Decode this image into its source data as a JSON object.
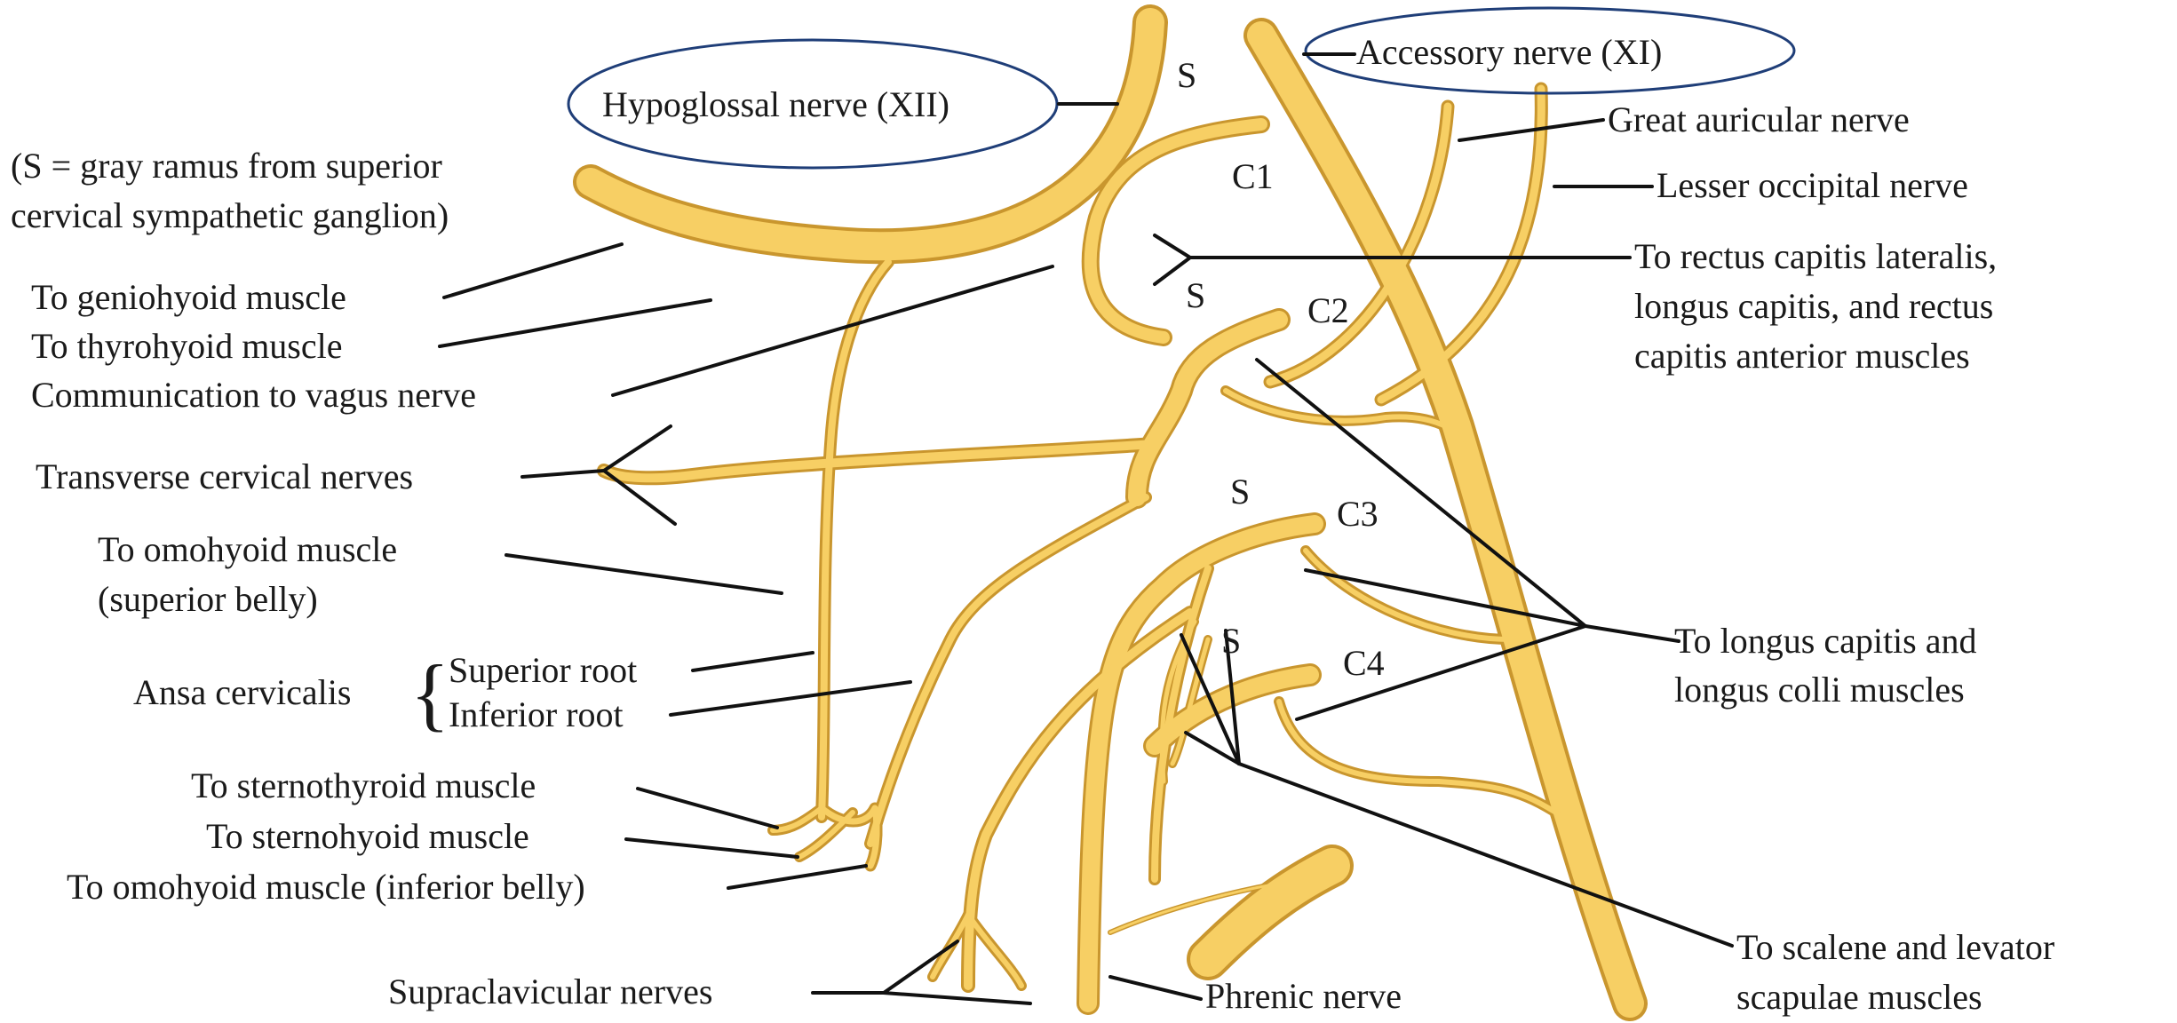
{
  "colors": {
    "nerve_fill": "#F7CF64",
    "nerve_outline": "#C9962E",
    "leader_lines": "#111111",
    "highlight_oval": "#1F3E78",
    "background": "#FFFFFF"
  },
  "labels": {
    "hypoglossal": "Hypoglossal nerve (XII)",
    "accessory": "Accessory nerve (XI)",
    "s_note_line1": "(S = gray ramus from superior",
    "s_note_line2": "cervical sympathetic ganglion)",
    "geniohyoid": "To geniohyoid muscle",
    "thyrohyoid": "To thyrohyoid muscle",
    "vagus": "Communication to vagus nerve",
    "transverse": "Transverse cervical nerves",
    "omohyoid_sup_1": "To omohyoid muscle",
    "omohyoid_sup_2": "(superior belly)",
    "ansa": "Ansa cervicalis",
    "ansa_brace": "{",
    "superior_root": "Superior root",
    "inferior_root": "Inferior root",
    "sternothyroid": "To sternothyroid muscle",
    "sternohyoid": "To sternohyoid muscle",
    "omohyoid_inf": "To omohyoid muscle (inferior belly)",
    "supraclavicular": "Supraclavicular nerves",
    "phrenic": "Phrenic nerve",
    "great_auricular": "Great auricular nerve",
    "lesser_occipital": "Lesser occipital nerve",
    "rectus_1": "To rectus capitis lateralis,",
    "rectus_2": "longus capitis, and rectus",
    "rectus_3": "capitis anterior muscles",
    "longus_1": "To longus capitis and",
    "longus_2": "longus colli muscles",
    "scalene_1": "To scalene and levator",
    "scalene_2": "scapulae muscles",
    "c1": "C1",
    "c2": "C2",
    "c3": "C3",
    "c4": "C4",
    "s": "S"
  }
}
